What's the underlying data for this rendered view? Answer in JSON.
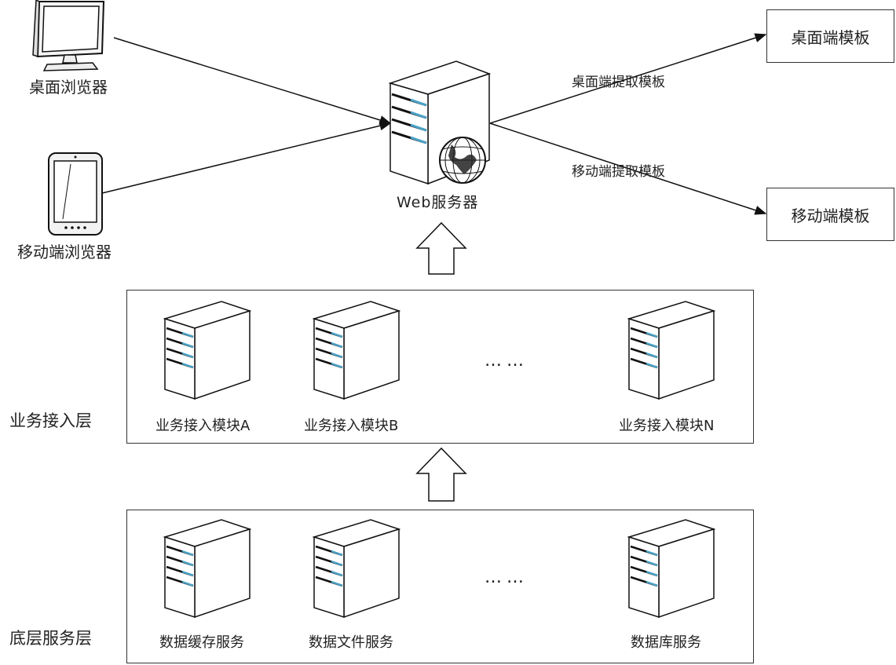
{
  "clients": {
    "desktop_label": "桌面浏览器",
    "mobile_label": "移动端浏览器"
  },
  "web_server": {
    "label": "Web服务器"
  },
  "templates": {
    "desktop_edge_label": "桌面端提取模板",
    "mobile_edge_label": "移动端提取模板",
    "desktop_box": "桌面端模板",
    "mobile_box": "移动端模板"
  },
  "access_layer": {
    "label": "业务接入层",
    "modules": [
      "业务接入模块A",
      "业务接入模块B",
      "业务接入模块N"
    ],
    "ellipsis": "……"
  },
  "service_layer": {
    "label": "底层服务层",
    "services": [
      "数据缓存服务",
      "数据文件服务",
      "数据库服务"
    ],
    "ellipsis": "……"
  },
  "colors": {
    "server_stripe": "#4aa3c8",
    "line": "#111111"
  }
}
